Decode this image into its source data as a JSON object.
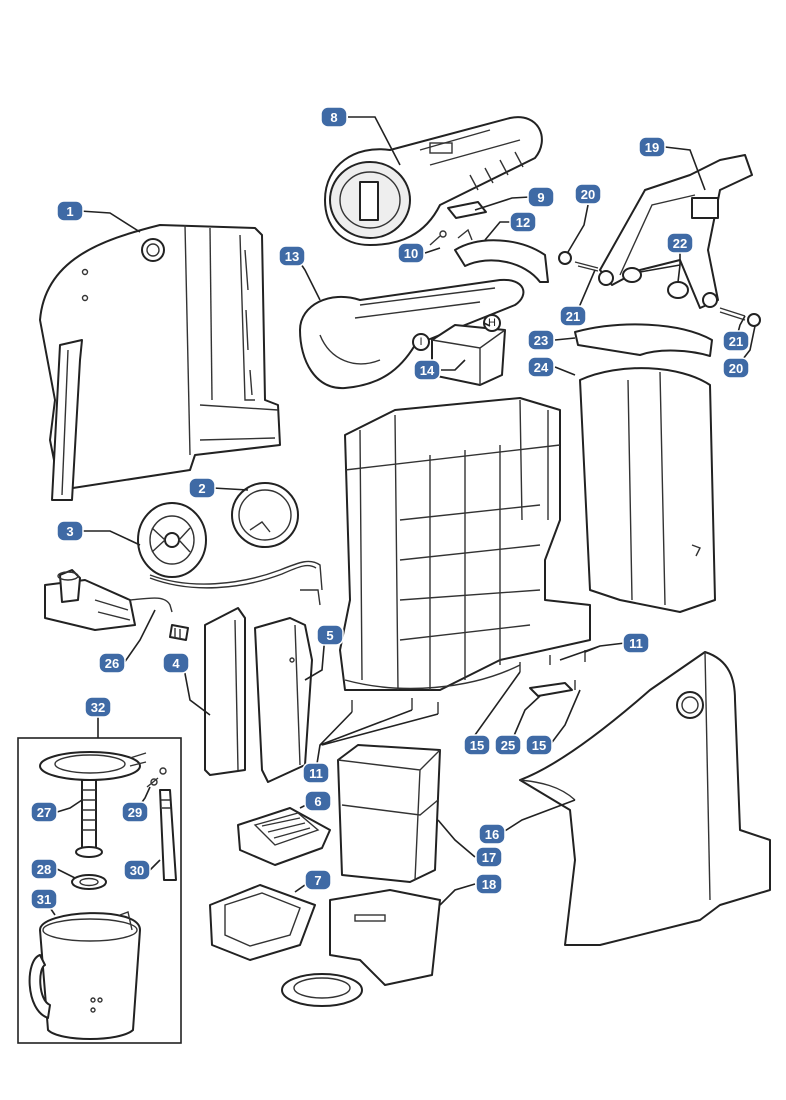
{
  "diagram": {
    "callouts": [
      {
        "id": "c1",
        "label": "1"
      },
      {
        "id": "c2",
        "label": "2"
      },
      {
        "id": "c3",
        "label": "3"
      },
      {
        "id": "c4",
        "label": "4"
      },
      {
        "id": "c5",
        "label": "5"
      },
      {
        "id": "c6",
        "label": "6"
      },
      {
        "id": "c7",
        "label": "7"
      },
      {
        "id": "c8",
        "label": "8"
      },
      {
        "id": "c9",
        "label": "9"
      },
      {
        "id": "c10",
        "label": "10"
      },
      {
        "id": "c11a",
        "label": "11"
      },
      {
        "id": "c11b",
        "label": "11"
      },
      {
        "id": "c12",
        "label": "12"
      },
      {
        "id": "c13",
        "label": "13"
      },
      {
        "id": "c14",
        "label": "14"
      },
      {
        "id": "c15a",
        "label": "15"
      },
      {
        "id": "c15b",
        "label": "15"
      },
      {
        "id": "c16",
        "label": "16"
      },
      {
        "id": "c17",
        "label": "17"
      },
      {
        "id": "c18",
        "label": "18"
      },
      {
        "id": "c19",
        "label": "19"
      },
      {
        "id": "c20a",
        "label": "20"
      },
      {
        "id": "c20b",
        "label": "20"
      },
      {
        "id": "c21a",
        "label": "21"
      },
      {
        "id": "c21b",
        "label": "21"
      },
      {
        "id": "c22",
        "label": "22"
      },
      {
        "id": "c23",
        "label": "23"
      },
      {
        "id": "c24",
        "label": "24"
      },
      {
        "id": "c25",
        "label": "25"
      },
      {
        "id": "c26",
        "label": "26"
      },
      {
        "id": "c27",
        "label": "27"
      },
      {
        "id": "c28",
        "label": "28"
      },
      {
        "id": "c29",
        "label": "29"
      },
      {
        "id": "c30",
        "label": "30"
      },
      {
        "id": "c31",
        "label": "31"
      },
      {
        "id": "c32",
        "label": "32"
      }
    ],
    "markers": [
      {
        "id": "mH",
        "label": "H"
      },
      {
        "id": "mI",
        "label": "I"
      }
    ],
    "colors": {
      "callout_fill": "#3f6aa5",
      "line": "#222222",
      "background": "#ffffff"
    }
  }
}
